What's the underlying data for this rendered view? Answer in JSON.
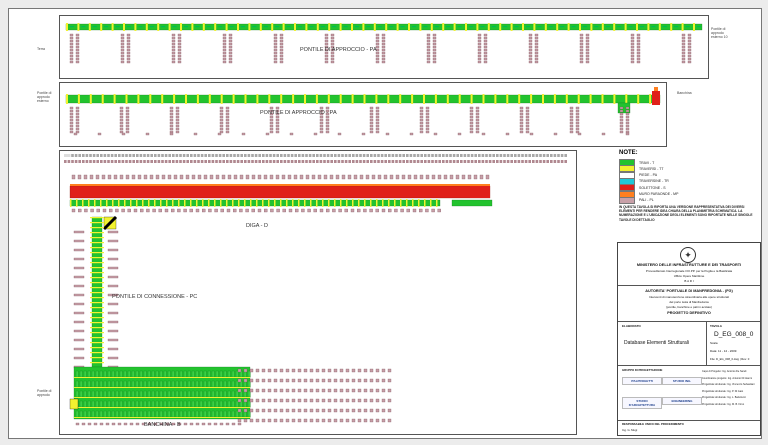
{
  "pa_top": {
    "title": "PONTILE DI APPROCCIO - PA",
    "left_label": "Terra",
    "right_label": "Pontile di\napprodo\nesterno 10"
  },
  "pa_mid": {
    "title": "PONTILE DI APPROCCIO - PA",
    "left_label": "Pontile di\napprodo\nesterno",
    "right_label": "Banchina"
  },
  "diga": {
    "title": "DIGA - D"
  },
  "pc": {
    "title": "PONTILE DI CONNESSIONE - PC"
  },
  "banchina": {
    "title": "BANCHINA - B",
    "left_label": "Pontile di\napprodo"
  },
  "legend": {
    "title": "NOTE:",
    "items": [
      {
        "label": "TRAVI - T",
        "color": "#22c32e"
      },
      {
        "label": "TRAVERSI - TT",
        "color": "#f2f230"
      },
      {
        "label": "PIEDE - PA",
        "color": "#ffffff"
      },
      {
        "label": "TRAVERSINE - TR",
        "color": "#20c8d8"
      },
      {
        "label": "SOLETTONE - S",
        "color": "#e0201a"
      },
      {
        "label": "MURO PARAONDE - MP",
        "color": "#ff7f1f"
      },
      {
        "label": "PALI - PL",
        "color": "#c8a0a8"
      }
    ],
    "note": "IN QUESTA TAVOLA SI RIPORTA UNA VERSIONE RAPPRESENTATIVA DEI DIVERSI ELEMENTI PER RENDERE IDEA CHIARA DELLA PLANIMETRIA SCHEMATICA. LA NUMERAZIONE E L'UBICAZIONE DEGLI ELEMENTI SONO RIPORTATE NELLE SINGOLE TAVOLE DI DETTAGLIO"
  },
  "title_block": {
    "ministry": "MINISTERO DELLE INFRASTRUTTURE E DEI TRASPORTI",
    "ministry_sub1": "Provveditorato Interregionale OO.PP. per la Puglia e la Basilicata",
    "ministry_sub2": "Ufficio Opere Marittime",
    "ministry_sub3": "B A R I",
    "authority": "AUTORITA' PORTUALE DI MANFREDONIA - (FG)",
    "project_desc1": "Interventi di manutenzione straordinaria alle opere strutturali",
    "project_desc2": "del porto isola di Manfredonia",
    "project_desc3": "(pontile, banchine e pali in acciaio)",
    "project_phase": "PROGETTO DEFINITIVO",
    "section_label": "ELABORATO",
    "drawing_title": "Database Elementi Strutturali",
    "code_label": "TAVOLA",
    "code": "D_EG_008_0",
    "scale_label": "Scala",
    "date_text": "Data: 11 - 12 - 2009",
    "file_text": "File: D_EG_008_0.dwg | Rev: 0",
    "team_label": "GRUPPO DI PROGETTAZIONE",
    "rup_label": "RESPONSABILE UNICO DEL PROCEDIMENTO",
    "rup_name": "Ing. G. Mugi",
    "firms": [
      "ITALPROGETTI",
      "STUDIO ING.",
      "STUDIO D'ARCHITETTURA",
      "ENGINEERING"
    ],
    "roles": [
      {
        "role": "Capo di Progetto:",
        "name": "Ing. Antonio De Sandi"
      },
      {
        "role": "Coordinatore progetto:",
        "name": "Ing. Antonio Di Gianni"
      },
      {
        "role": "Progettista strutturale:",
        "name": "Ing. Vincenzo Sebastiani"
      },
      {
        "role": "Progettista strutturale:",
        "name": "Ing. P. Di Gaio"
      },
      {
        "role": "Progettista strutturale:",
        "name": "Ing. L. Bartolucci"
      },
      {
        "role": "Progettista strutturale:",
        "name": "Ing. M. B. Fimo"
      }
    ]
  }
}
